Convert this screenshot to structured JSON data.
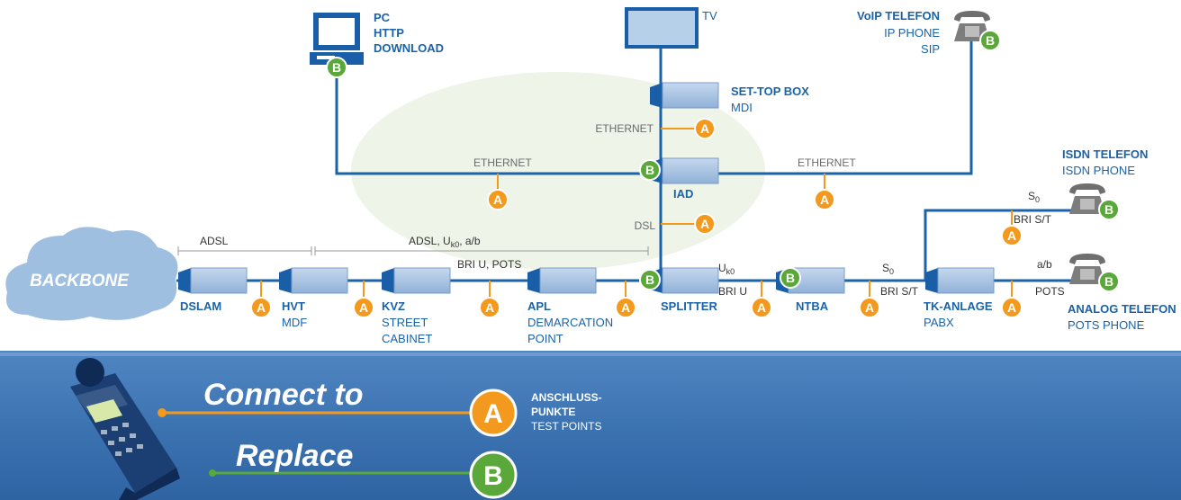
{
  "colors": {
    "line": "#1a63a8",
    "badge_a": "#f39a1e",
    "badge_b": "#5aa83a",
    "bottom_band": "#3d78b8",
    "cloud": "#9fbfe0"
  },
  "badges": {
    "a": "A",
    "b": "B"
  },
  "backbone": "BACKBONE",
  "devices": {
    "pc": [
      "PC",
      "HTTP",
      "DOWNLOAD"
    ],
    "tv": "TV",
    "voip": [
      "VoIP TELEFON",
      "IP PHONE",
      "SIP"
    ],
    "stb": [
      "SET-TOP BOX",
      "MDI"
    ],
    "iad": "IAD",
    "isdn": [
      "ISDN TELEFON",
      "ISDN PHONE"
    ],
    "dslam": "DSLAM",
    "hvt": [
      "HVT",
      "MDF"
    ],
    "kvz": [
      "KVZ",
      "STREET",
      "CABINET"
    ],
    "apl": [
      "APL",
      "DEMARCATION",
      "POINT"
    ],
    "splitter": "SPLITTER",
    "ntba": "NTBA",
    "tk": [
      "TK-ANLAGE",
      "PABX"
    ],
    "analog": [
      "ANALOG TELEFON",
      "POTS PHONE"
    ]
  },
  "links": {
    "eth_stb": "ETHERNET",
    "eth_pc": "ETHERNET",
    "eth_voip": "ETHERNET",
    "dsl": "DSL",
    "adsl": "ADSL",
    "adsl_uk0_pre": "ADSL, U",
    "adsl_uk0_sub": "k0",
    "adsl_uk0_post": ", a/b",
    "bri_u_pots": "BRI U, POTS",
    "uk0_main": "U",
    "uk0_sub": "k0",
    "bri_u": "BRI U",
    "s0_main": "S",
    "s0_sub": "0",
    "bri_st": "BRI S/T",
    "s0_isdn_main": "S",
    "s0_isdn_sub": "0",
    "bri_st_isdn": "BRI S/T",
    "ab": "a/b",
    "pots": "POTS"
  },
  "legend": {
    "connect": "Connect to",
    "replace": "Replace",
    "points_line1": "ANSCHLUSS-",
    "points_line2": "PUNKTE",
    "points_line3": "TEST POINTS"
  }
}
